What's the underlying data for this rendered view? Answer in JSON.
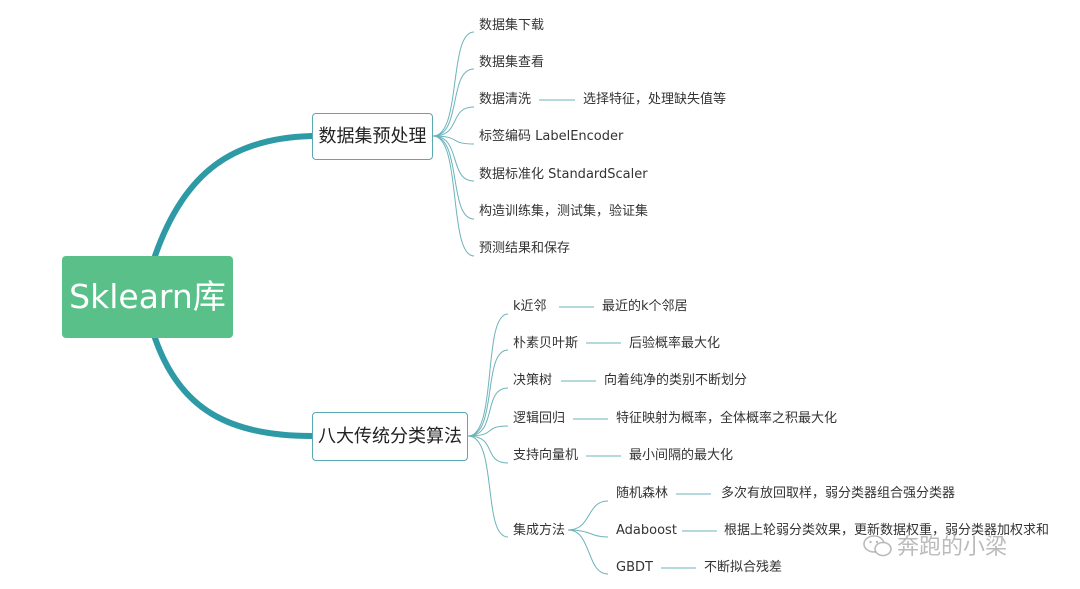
{
  "root": {
    "label": "Sklearn库",
    "color": "#59c08a"
  },
  "branches": [
    {
      "label": "数据集预处理",
      "children": [
        {
          "label": "数据集下载"
        },
        {
          "label": "数据集查看"
        },
        {
          "label": "数据清洗",
          "note": "选择特征，处理缺失值等"
        },
        {
          "label": "标签编码 LabelEncoder"
        },
        {
          "label": "数据标准化 StandardScaler"
        },
        {
          "label": "构造训练集，测试集，验证集"
        },
        {
          "label": "预测结果和保存"
        }
      ]
    },
    {
      "label": "八大传统分类算法",
      "children": [
        {
          "label": "k近邻",
          "note": "最近的k个邻居"
        },
        {
          "label": "朴素贝叶斯",
          "note": "后验概率最大化"
        },
        {
          "label": "决策树",
          "note": "向着纯净的类别不断划分"
        },
        {
          "label": "逻辑回归",
          "note": "特征映射为概率，全体概率之积最大化"
        },
        {
          "label": "支持向量机",
          "note": "最小间隔的最大化"
        },
        {
          "label": "集成方法",
          "children": [
            {
              "label": "随机森林",
              "note": "多次有放回取样，弱分类器组合强分类器"
            },
            {
              "label": "Adaboost",
              "note": "根据上轮弱分类效果，更新数据权重，弱分类器加权求和"
            },
            {
              "label": "GBDT",
              "note": "不断拟合残差"
            }
          ]
        }
      ]
    }
  ],
  "watermark": {
    "text": "奔跑的小梁",
    "icon": "wechat-icon"
  },
  "colors": {
    "branch": "#2e9aa6",
    "leaf_line": "#6cb3bb"
  }
}
